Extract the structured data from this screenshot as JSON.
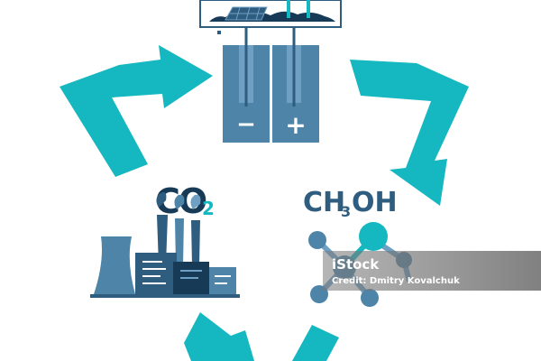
{
  "diagram": {
    "battery": {
      "minus_symbol": "−",
      "plus_symbol": "+"
    },
    "co2": {
      "main": "CO",
      "subscript": "2"
    },
    "methanol": {
      "part1": "CH",
      "subscript": "3",
      "part2": "OH"
    },
    "watermark": {
      "brand": "iStock",
      "credit": "Credit: Dmitry Kovalchuk"
    }
  },
  "colors": {
    "teal": "#15b8c0",
    "steel_blue": "#4d84a8",
    "dark_blue": "#2e5d7f",
    "navy": "#173a57",
    "light_blue": "#6fa0c4",
    "white": "#ffffff",
    "watermark_gray": "#8a8a8a"
  }
}
